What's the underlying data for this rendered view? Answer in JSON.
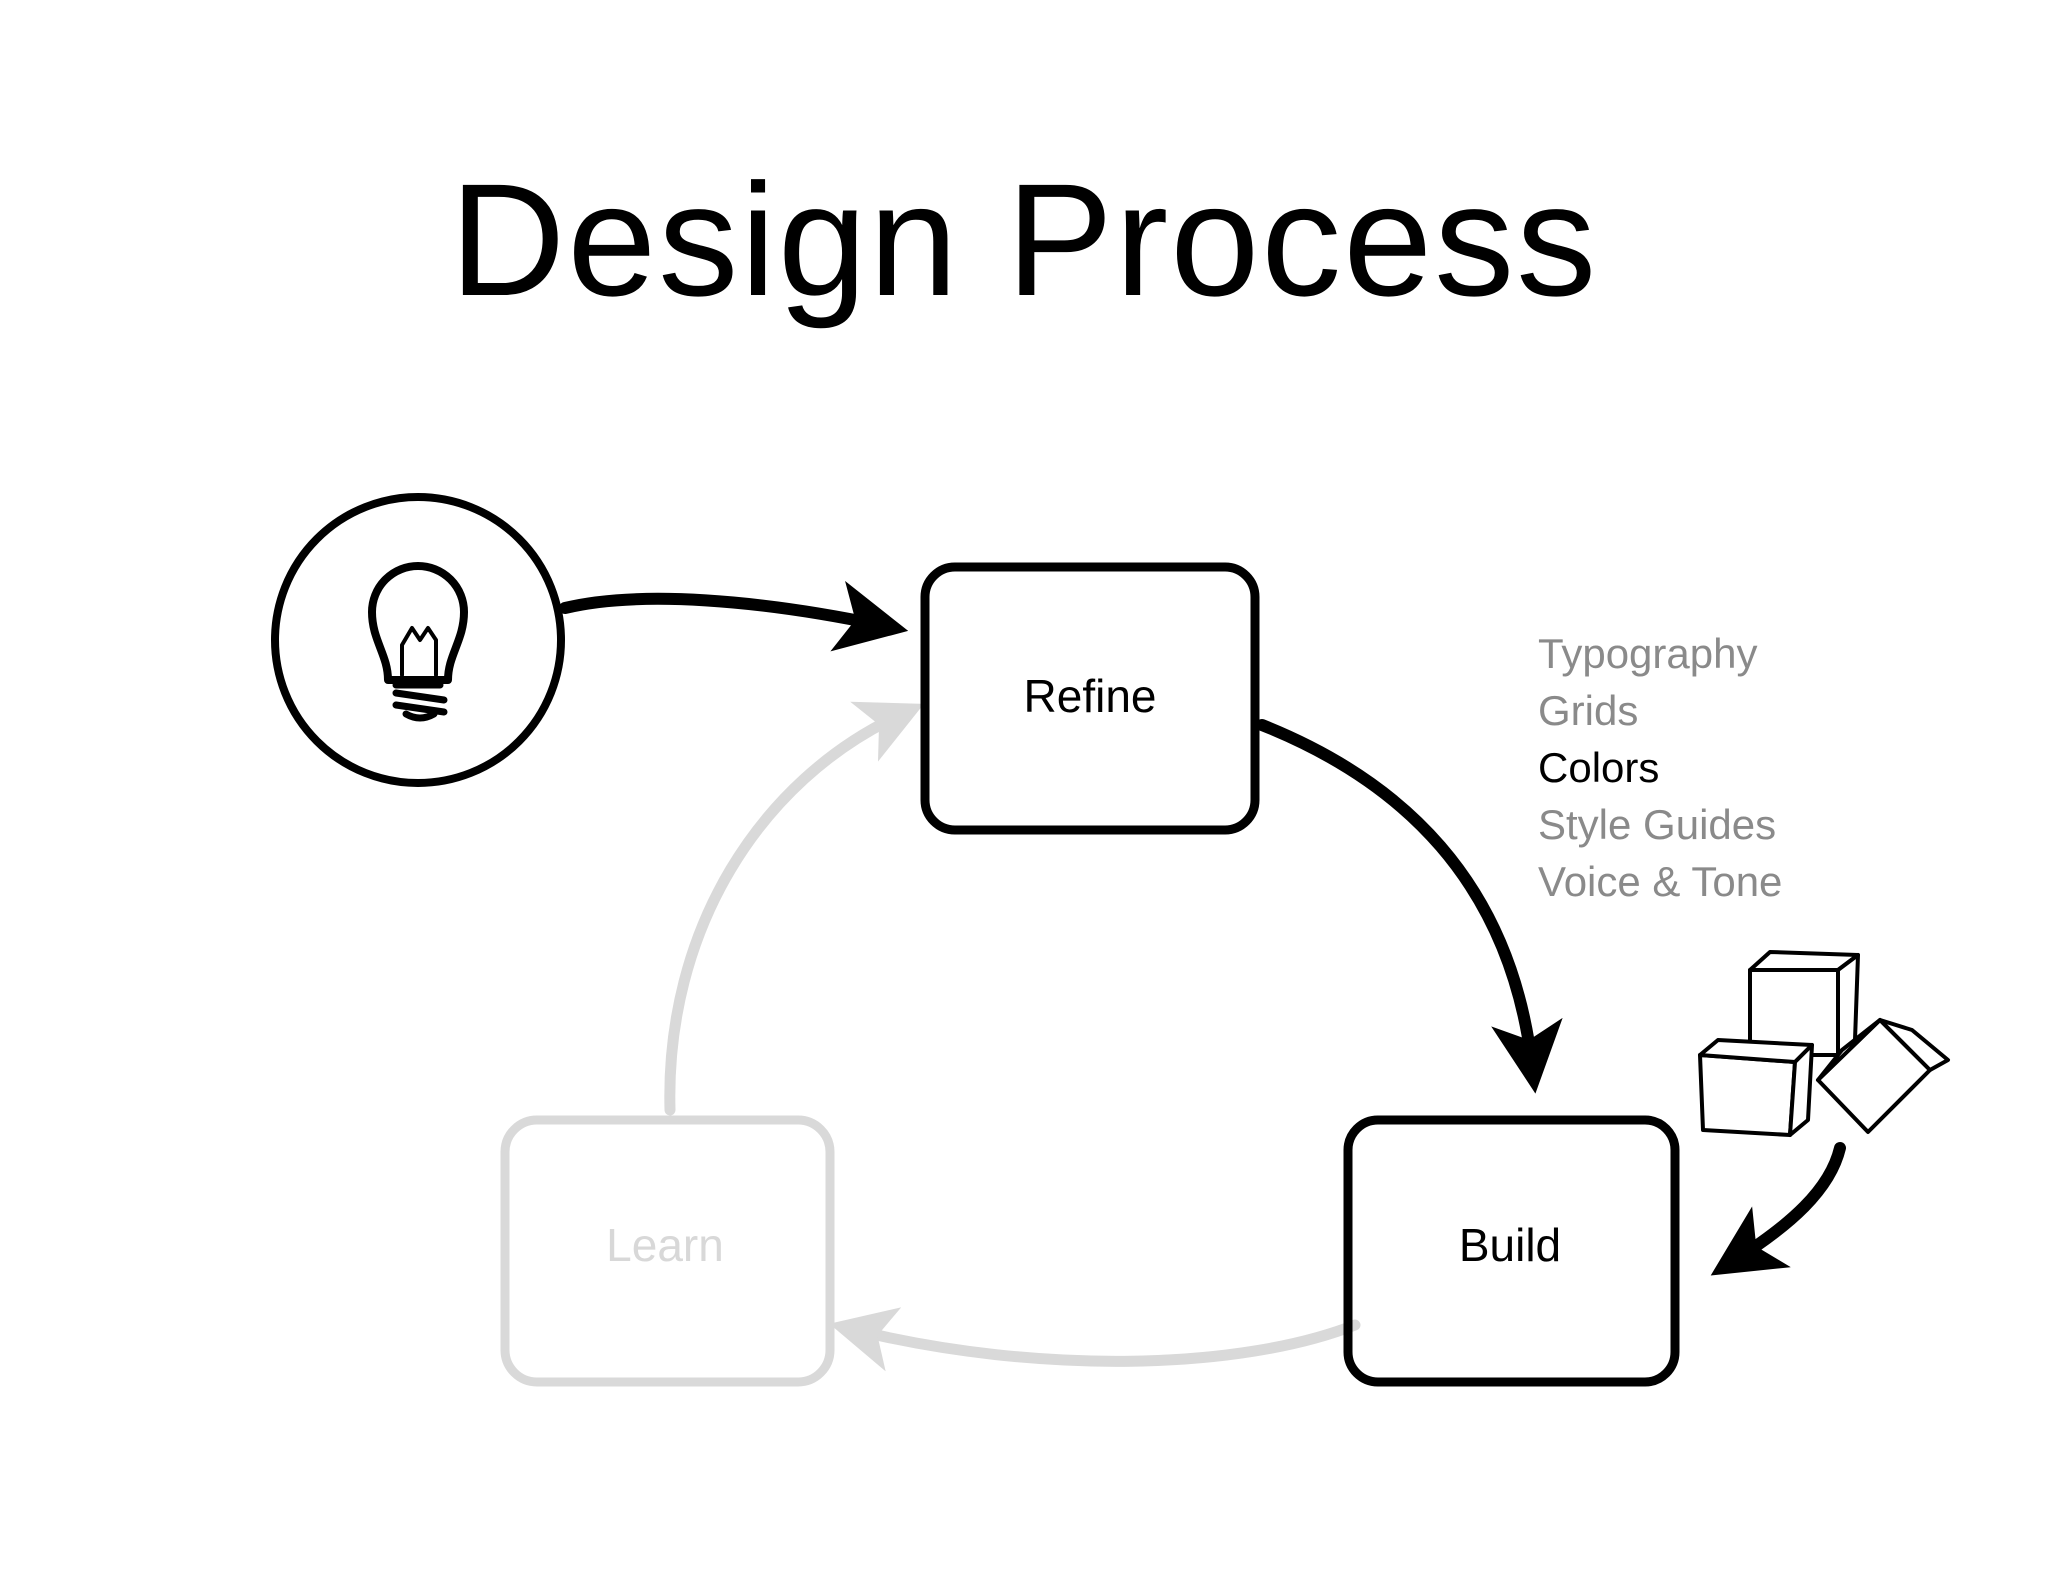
{
  "title": "Design Process",
  "nodes": {
    "refine": "Refine",
    "build": "Build",
    "learn": "Learn"
  },
  "topics": [
    {
      "label": "Typography",
      "active": false
    },
    {
      "label": "Grids",
      "active": false
    },
    {
      "label": "Colors",
      "active": true
    },
    {
      "label": "Style Guides",
      "active": false
    },
    {
      "label": "Voice & Tone",
      "active": false
    }
  ],
  "icons": {
    "idea": "lightbulb-icon",
    "blocks": "building-blocks-icon"
  },
  "colors": {
    "active": "#000000",
    "inactive": "#d8d8d8",
    "topic_muted": "#8a8a8a"
  }
}
